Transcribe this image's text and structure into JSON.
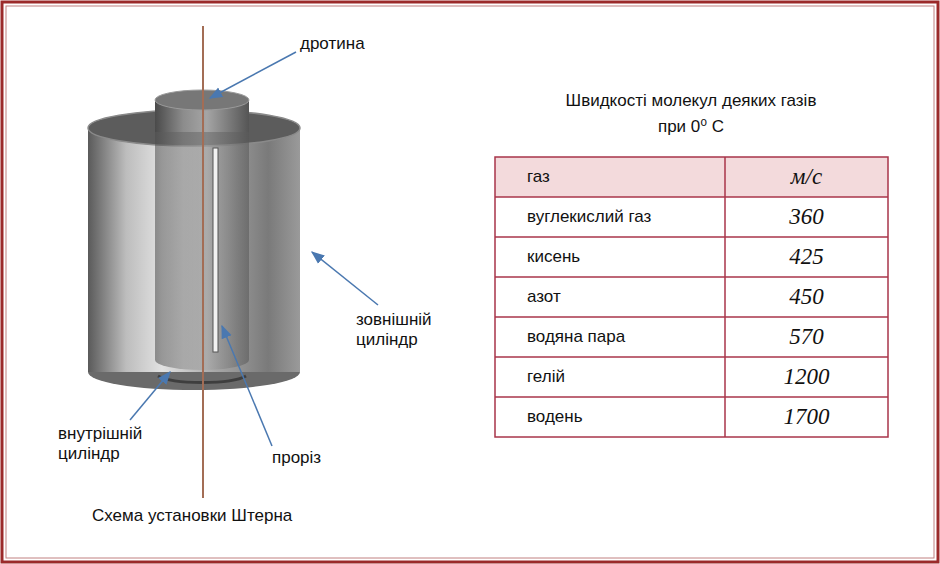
{
  "diagram": {
    "title": "Швидкості молекул деяких газів при 0⁰ С",
    "caption": "Схема установки Штерна",
    "labels": [
      "дротина",
      "зовнішній циліндр",
      "внутрішній циліндр",
      "проріз",
      "газ",
      "м/с",
      "вуглекислий газ",
      "360",
      "кисень",
      "425",
      "азот",
      "450",
      "водяна пара",
      "570",
      "гелій",
      "1200",
      "водень",
      "1700"
    ]
  }
}
